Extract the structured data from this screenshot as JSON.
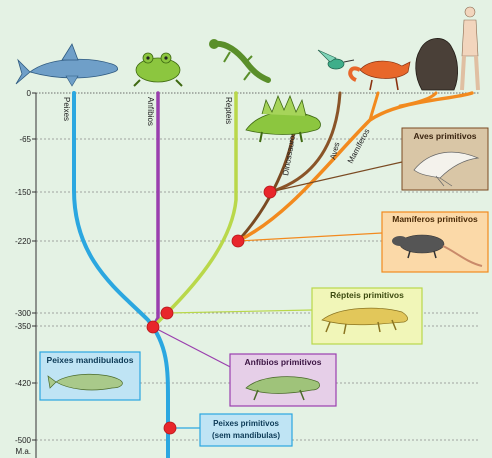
{
  "axis": {
    "ticks": [
      "0",
      "-65",
      "-150",
      "-220",
      "-300",
      "-350",
      "-420",
      "-500"
    ],
    "unit": "M.a."
  },
  "lineages": [
    "Peixes",
    "Anfíbios",
    "Répteis",
    "Dinossauros",
    "Aves",
    "Mamíferos"
  ],
  "boxes": {
    "aves_primitivos": "Aves primitivos",
    "mamiferos_primitivos": "Mamíferos primitivos",
    "repteis_primitivos": "Répteis primitivos",
    "anfibios_primitivos": "Anfíbios primitivos",
    "peixes_mandibulados": "Peixes mandibulados",
    "peixes_primitivos_1": "Peixes primitivos",
    "peixes_primitivos_2": "(sem mandíbulas)"
  },
  "colors": {
    "background": "#e4f2e4",
    "peixes": "#2ba7e0",
    "anfibios": "#9a3fae",
    "repteis": "#b9d84a",
    "dinossauros": "#7a4a22",
    "aves": "#8a5428",
    "mamiferos": "#f28a1e",
    "node": "#e8262b"
  },
  "icons": [
    "shark-icon",
    "frog-icon",
    "lizard-icon",
    "hummingbird-icon",
    "fox-icon",
    "gorilla-icon",
    "human-icon",
    "stegosaurus-icon"
  ]
}
